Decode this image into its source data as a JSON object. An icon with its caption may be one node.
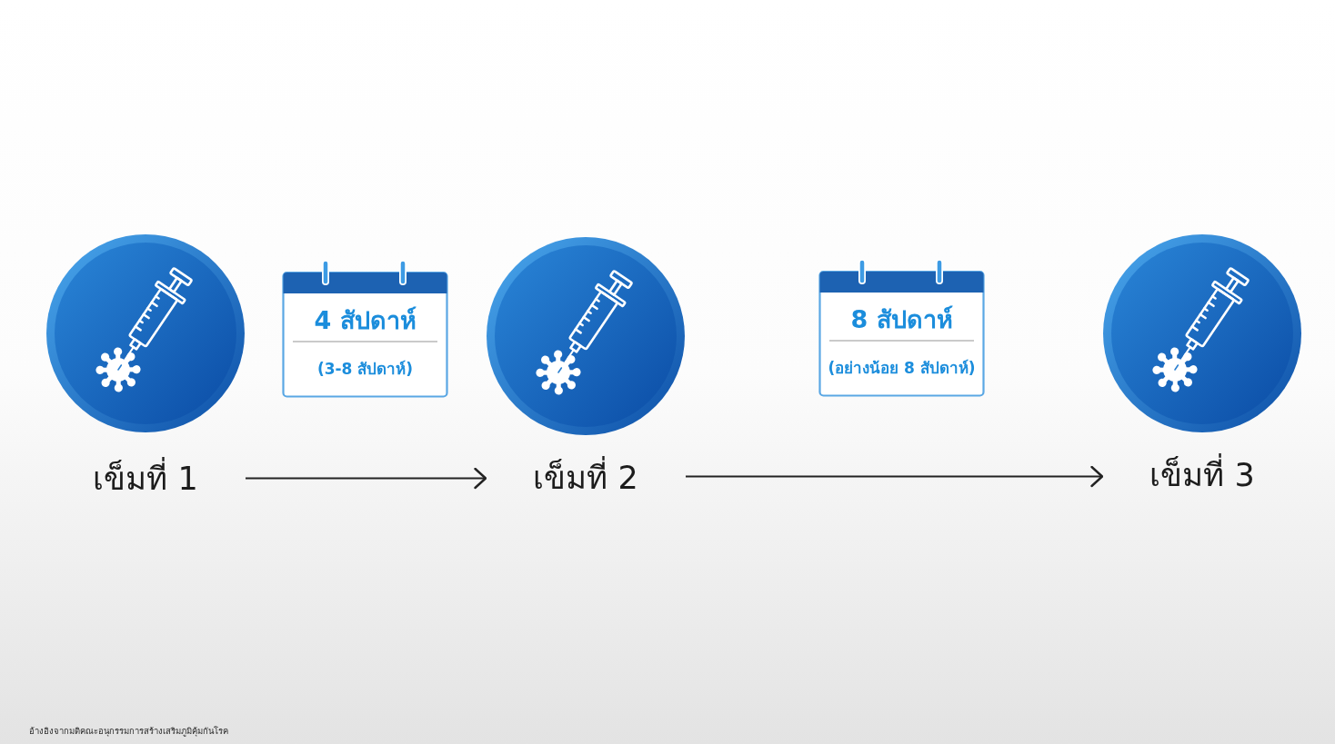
{
  "diagram": {
    "nodes": [
      {
        "text": [
          "เข็มที่ 1"
        ]
      },
      {
        "text": [
          "4 สัปดาห์",
          "(3-8 สัปดาห์)"
        ]
      },
      {
        "text": [
          "เข็มที่ 2"
        ]
      },
      {
        "text": [
          "8 สัปดาห์",
          "(อย่างน้อย 8 สัปดาห์)"
        ]
      },
      {
        "text": [
          "เข็มที่ 3"
        ]
      }
    ],
    "edges": [
      {
        "from": 0,
        "to": 2,
        "arrow": "to"
      },
      {
        "from": 2,
        "to": 4,
        "arrow": "to"
      }
    ],
    "labels": [
      "อ้างอิงจากมติคณะอนุกรรมการสร้างเสริมภูมิคุ้มกันโรค"
    ]
  }
}
